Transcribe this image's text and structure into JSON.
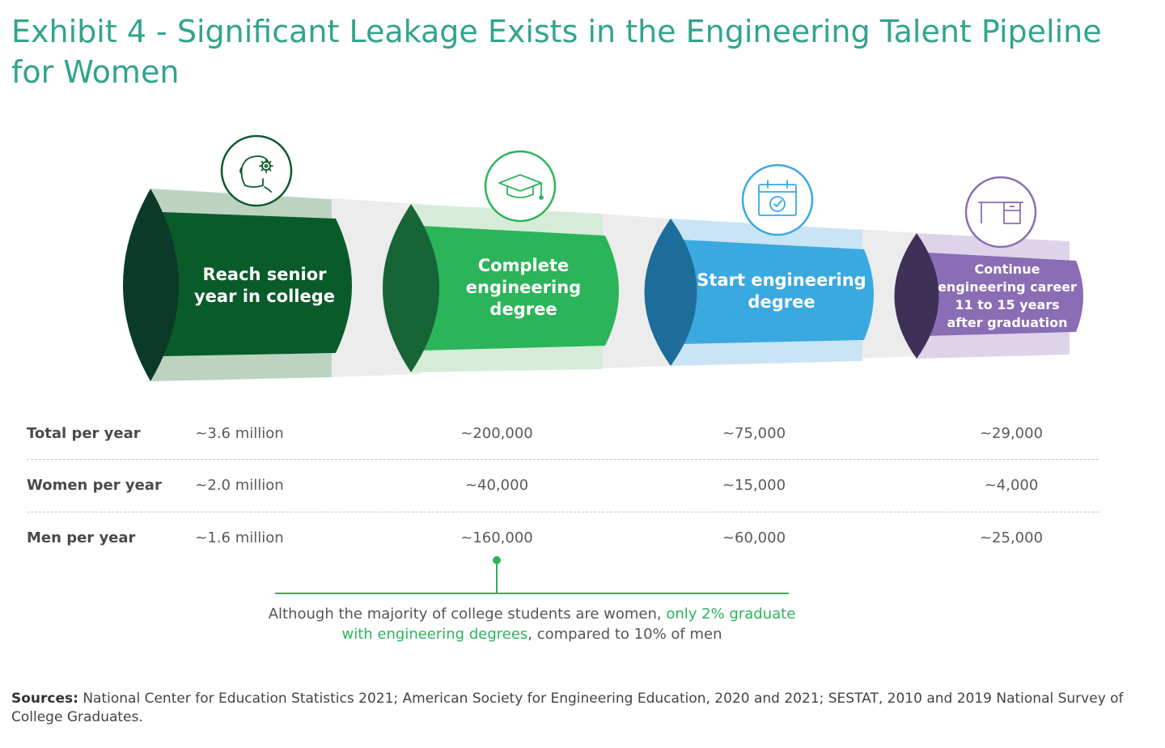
{
  "title": "Exhibit 4 - Significant Leakage Exists in the Engineering Talent Pipeline for Women",
  "stages": [
    {
      "id": "senior",
      "label_lines": [
        "Reach senior",
        "year in college"
      ],
      "icon": "person-gear-icon",
      "color": "#0a5b2a",
      "dark": "#0b3b28",
      "light": "#bdd3c2",
      "ring": "#0d5a2c"
    },
    {
      "id": "degree",
      "label_lines": [
        "Complete",
        "engineering",
        "degree"
      ],
      "icon": "graduation-cap-icon",
      "color": "#2cb45a",
      "dark": "#176537",
      "light": "#d6ecd9",
      "ring": "#2cb45a"
    },
    {
      "id": "start",
      "label_lines": [
        "Start engineering",
        "degree"
      ],
      "icon": "calendar-check-icon",
      "color": "#3aa9e0",
      "dark": "#1d6d9a",
      "light": "#c9e4f5",
      "ring": "#3aa9e0"
    },
    {
      "id": "career",
      "label_lines": [
        "Continue",
        "engineering career",
        "11 to 15 years",
        "after graduation"
      ],
      "icon": "desk-icon",
      "color": "#8a6db4",
      "dark": "#3e3158",
      "light": "#ddd4ea",
      "ring": "#8a6db4"
    }
  ],
  "table": {
    "rows": [
      {
        "label": "Total per year",
        "values": [
          "~3.6 million",
          "~200,000",
          "~75,000",
          "~29,000"
        ]
      },
      {
        "label": "Women per year",
        "values": [
          "~2.0 million",
          "~40,000",
          "~15,000",
          "~4,000"
        ]
      },
      {
        "label": "Men per year",
        "values": [
          "~1.6 million",
          "~160,000",
          "~60,000",
          "~25,000"
        ]
      }
    ]
  },
  "callout": {
    "before": "Although the majority of college students are women, ",
    "highlight": "only 2% graduate with engineering degrees",
    "after": ", compared to 10% of men"
  },
  "sources": {
    "label": "Sources:",
    "text": " National Center for Education Statistics 2021; American Society for Engineering Education, 2020 and 2021; SESTAT, 2010 and 2019 National Survey of College Graduates."
  }
}
